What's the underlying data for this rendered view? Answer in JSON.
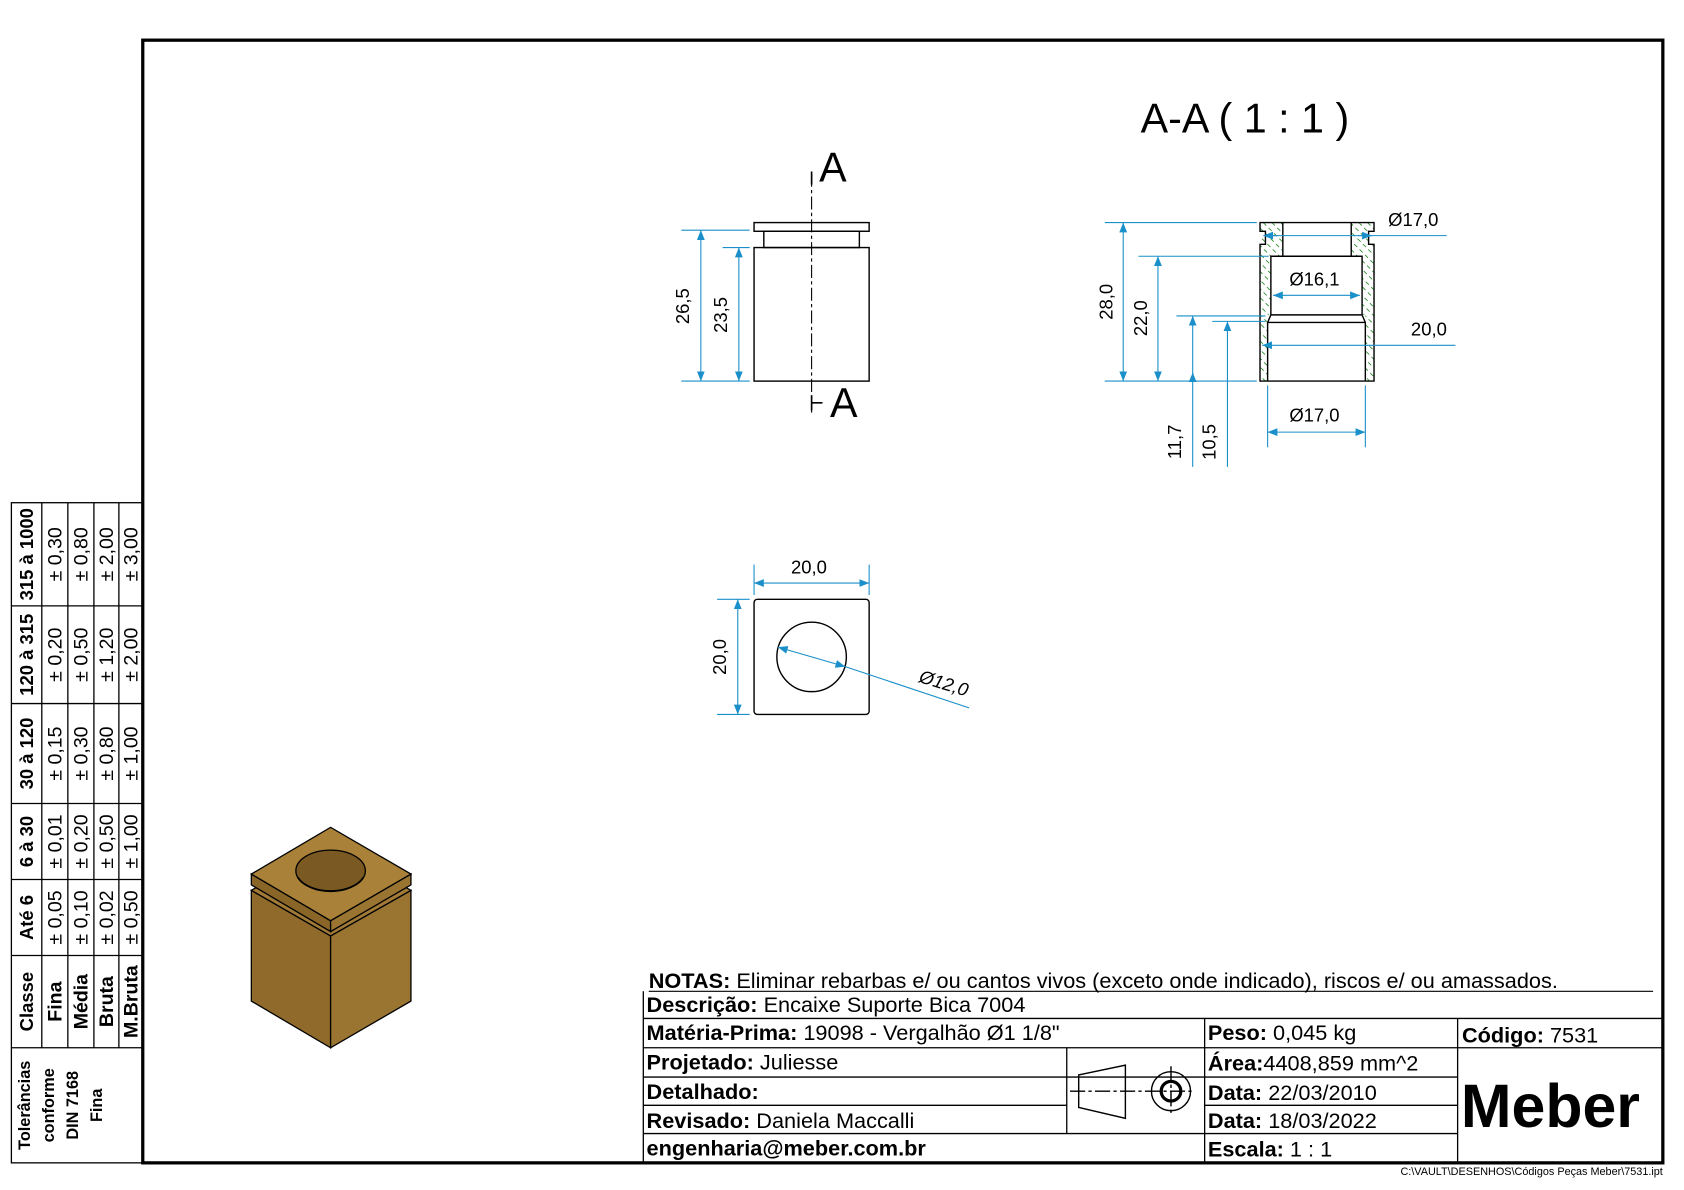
{
  "section_title": "A-A ( 1 : 1 )",
  "section_marker": "A",
  "front_view": {
    "dims": [
      "26,5",
      "23,5"
    ]
  },
  "section_view": {
    "dims": {
      "top_diameter": "Ø17,0",
      "mid_diameter": "Ø16,1",
      "width": "20,0",
      "bottom_diameter": "Ø17,0",
      "total_height": "28,0",
      "height_22": "22,0",
      "height_11_7": "11,7",
      "height_10_5": "10,5"
    }
  },
  "top_view": {
    "dims": {
      "width": "20,0",
      "height": "20,0",
      "hole": "Ø12,0"
    }
  },
  "colors": {
    "dimension": "#1a8fc9",
    "hatch": "#2f8f2f",
    "part": "#8f6a2a"
  },
  "tolerance_table": {
    "title": "Tolerâncias conforme DIN 7168 Fina",
    "title_lines": [
      "Tolerâncias",
      "conforme",
      "DIN 7168",
      "Fina"
    ],
    "header": [
      "Classe",
      "Até 6",
      "6 à 30",
      "30 à 120",
      "120 à 315",
      "315 à 1000"
    ],
    "rows": [
      {
        "classe": "Fina",
        "values": [
          "± 0,05",
          "± 0,01",
          "± 0,15",
          "± 0,20",
          "± 0,30"
        ]
      },
      {
        "classe": "Média",
        "values": [
          "± 0,10",
          "± 0,20",
          "± 0,30",
          "± 0,50",
          "± 0,80"
        ]
      },
      {
        "classe": "Bruta",
        "values": [
          "± 0,02",
          "± 0,50",
          "± 0,80",
          "± 1,20",
          "± 2,00"
        ]
      },
      {
        "classe": "M.Bruta",
        "values": [
          "± 0,50",
          "± 1,00",
          "± 1,00",
          "± 2,00",
          "± 3,00"
        ]
      }
    ]
  },
  "title_block": {
    "notes_label": "NOTAS:",
    "notes": " Eliminar rebarbas e/ ou cantos vivos (exceto onde indicado), riscos e/ ou amassados.",
    "descricao_label": "Descrição:",
    "descricao": " Encaixe Suporte Bica 7004",
    "materia_label": "Matéria-Prima:",
    "materia": " 19098 - Vergalhão Ø1 1/8\"",
    "peso_label": "Peso:",
    "peso": " 0,045 kg",
    "codigo_label": "Código:",
    "codigo": " 7531",
    "projetado_label": "Projetado:",
    "projetado": " Juliesse",
    "area_label": "Área:",
    "area": "4408,859 mm^2",
    "detalhado_label": "Detalhado:",
    "data1_label": "Data:",
    "data1": " 22/03/2010",
    "revisado_label": "Revisado:",
    "revisado": " Daniela Maccalli",
    "data2_label": "Data:",
    "data2": " 18/03/2022",
    "email": "engenharia@meber.com.br",
    "escala_label": "Escala:",
    "escala": " 1 : 1",
    "logo": "Meber",
    "file_path": "C:\\VAULT\\DESENHOS\\Códigos Peças Meber\\7531.ipt"
  }
}
